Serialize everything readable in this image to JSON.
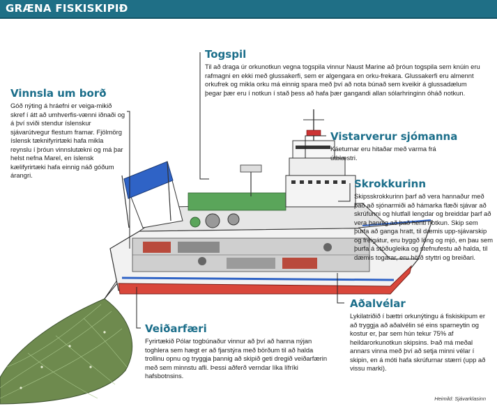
{
  "title": "GRÆNA FISKISKIPIÐ",
  "sections": {
    "vinnsla": {
      "heading": "Vinnsla um borð",
      "text": "Góð nýting á hráefni er veiga-mikið skref í átt að umhverfis-vænni iðnaði og á því sviði stendur íslenskur sjávarútvegur flestum framar. Fjölmörg íslensk tæknifyrirtæki hafa mikla reynslu í þróun vinnslutækni og má þar helst nefna Marel, en íslensk kælifyrirtæki hafa einnig náð góðum árangri."
    },
    "togspil": {
      "heading": "Togspil",
      "text": "Til að draga úr orkunotkun vegna togspila vinnur Naust Marine að þróun togspila sem knúin eru rafmagni en ekki með glussakerfi, sem er algengara en orku-frekara. Glussakerfi eru almennt orkufrek og mikla orku má einnig spara með því að nota búnað sem kveikir á glussadælum þegar þær eru í notkun í stað þess að hafa þær gangandi allan sólarhringinn óháð notkun."
    },
    "vistarverur": {
      "heading": "Vistarverur sjómanna",
      "text": "Káeturnar eru hitaðar með varma frá útblæstri."
    },
    "skrokkurinn": {
      "heading": "Skrokkurinn",
      "text": "Skipsskrokkurinn þarf að vera hannaður með það að sjónarmiði að hámarka flæði sjávar að skrúfunni og hlutfall lengdar og breiddar þarf að vera þannig að það henti notkun. Skip sem þurfa að ganga hratt, til dæmis upp-sjávarskip og freigátur, eru byggð löng og mjó, en þau sem þurfa á stöðugleika og stefnufestu að halda, til dæmis togarar, eru höfð styttri og breiðari."
    },
    "adalvelar": {
      "heading": "Aðalvélar",
      "text": "Lykilatriðið í bættri orkunýtingu á fiskiskipum er að tryggja að aðalvélin sé eins sparneytin og kostur er, þar sem hún tekur 75% af heildarorkunotkun skipsins. Það má meðal annars vinna með því að setja minni vélar í skipin, en á móti hafa skrúfurnar stærri (upp að vissu marki)."
    },
    "veidarfaeri": {
      "heading": "Veiðarfæri",
      "text": "Fyrirtækið Pólar togbúnaður vinnur að því að hanna nýjan toghlera sem hægt er að fjarstýra með börðum til að halda trollinu opnu og tryggja þannig að skipið geti dregið veiðarfærin með sem minnstu afli. Þessi aðferð verndar líka lífríki hafsbotnsins."
    }
  },
  "credit": "Heimild: Sjávarklasinn",
  "colors": {
    "title_bg": "#1f6f86",
    "heading": "#1b6e8a",
    "hull_red": "#d9473b",
    "accent_blue": "#2f63c6",
    "deck_green": "#5aa55a"
  }
}
